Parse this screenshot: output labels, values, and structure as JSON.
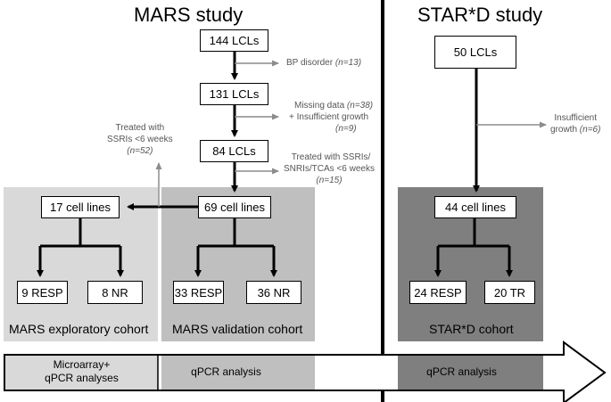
{
  "studies": {
    "mars_title": "MARS study",
    "stard_title": "STAR*D study"
  },
  "mars": {
    "boxes": {
      "lcl144": "144 LCLs",
      "lcl131": "131 LCLs",
      "lcl84": "84 LCLs",
      "cl69": "69 cell lines",
      "cl17": "17 cell lines",
      "resp9": "9 RESP",
      "nr8": "8 NR",
      "resp33": "33 RESP",
      "nr36": "36 NR"
    },
    "exclusions": {
      "bp_text": "BP disorder ",
      "bp_n": "(n=13)",
      "missing_text": "Missing data ",
      "missing_n": "(n=38)",
      "insufficient_text": "+ Insufficient growth",
      "insufficient_n": "(n=9)",
      "treated_line1": "Treated with SSRIs/",
      "treated_line2": "SNRIs/TCAs <6 weeks",
      "treated_n": "(n=15)",
      "ssri_line1": "Treated with",
      "ssri_line2": "SSRIs <6 weeks",
      "ssri_n": "(n=52)"
    },
    "cohorts": {
      "exploratory": "MARS exploratory cohort",
      "validation": "MARS validation cohort"
    }
  },
  "stard": {
    "boxes": {
      "lcl50": "50 LCLs",
      "cl44": "44 cell lines",
      "resp24": "24 RESP",
      "tr20": "20 TR"
    },
    "exclusions": {
      "insuff_line1": "Insufficient",
      "insuff_line2": "growth ",
      "insuff_n": "(n=6)"
    },
    "cohort": "STAR*D cohort"
  },
  "analysis_arrow": {
    "stage1_line1": "Microarray+",
    "stage1_line2": "qPCR analyses",
    "stage2": "qPCR analysis",
    "stage3": "qPCR analysis"
  },
  "colors": {
    "exploratory_bg": "#d9d9d9",
    "validation_bg": "#bfbfbf",
    "stard_bg": "#7f7f7f",
    "stage1_fill": "#d9d9d9",
    "stage2_fill": "#bfbfbf",
    "stage3_fill": "#7f7f7f",
    "exclusion_text": "#555555"
  }
}
